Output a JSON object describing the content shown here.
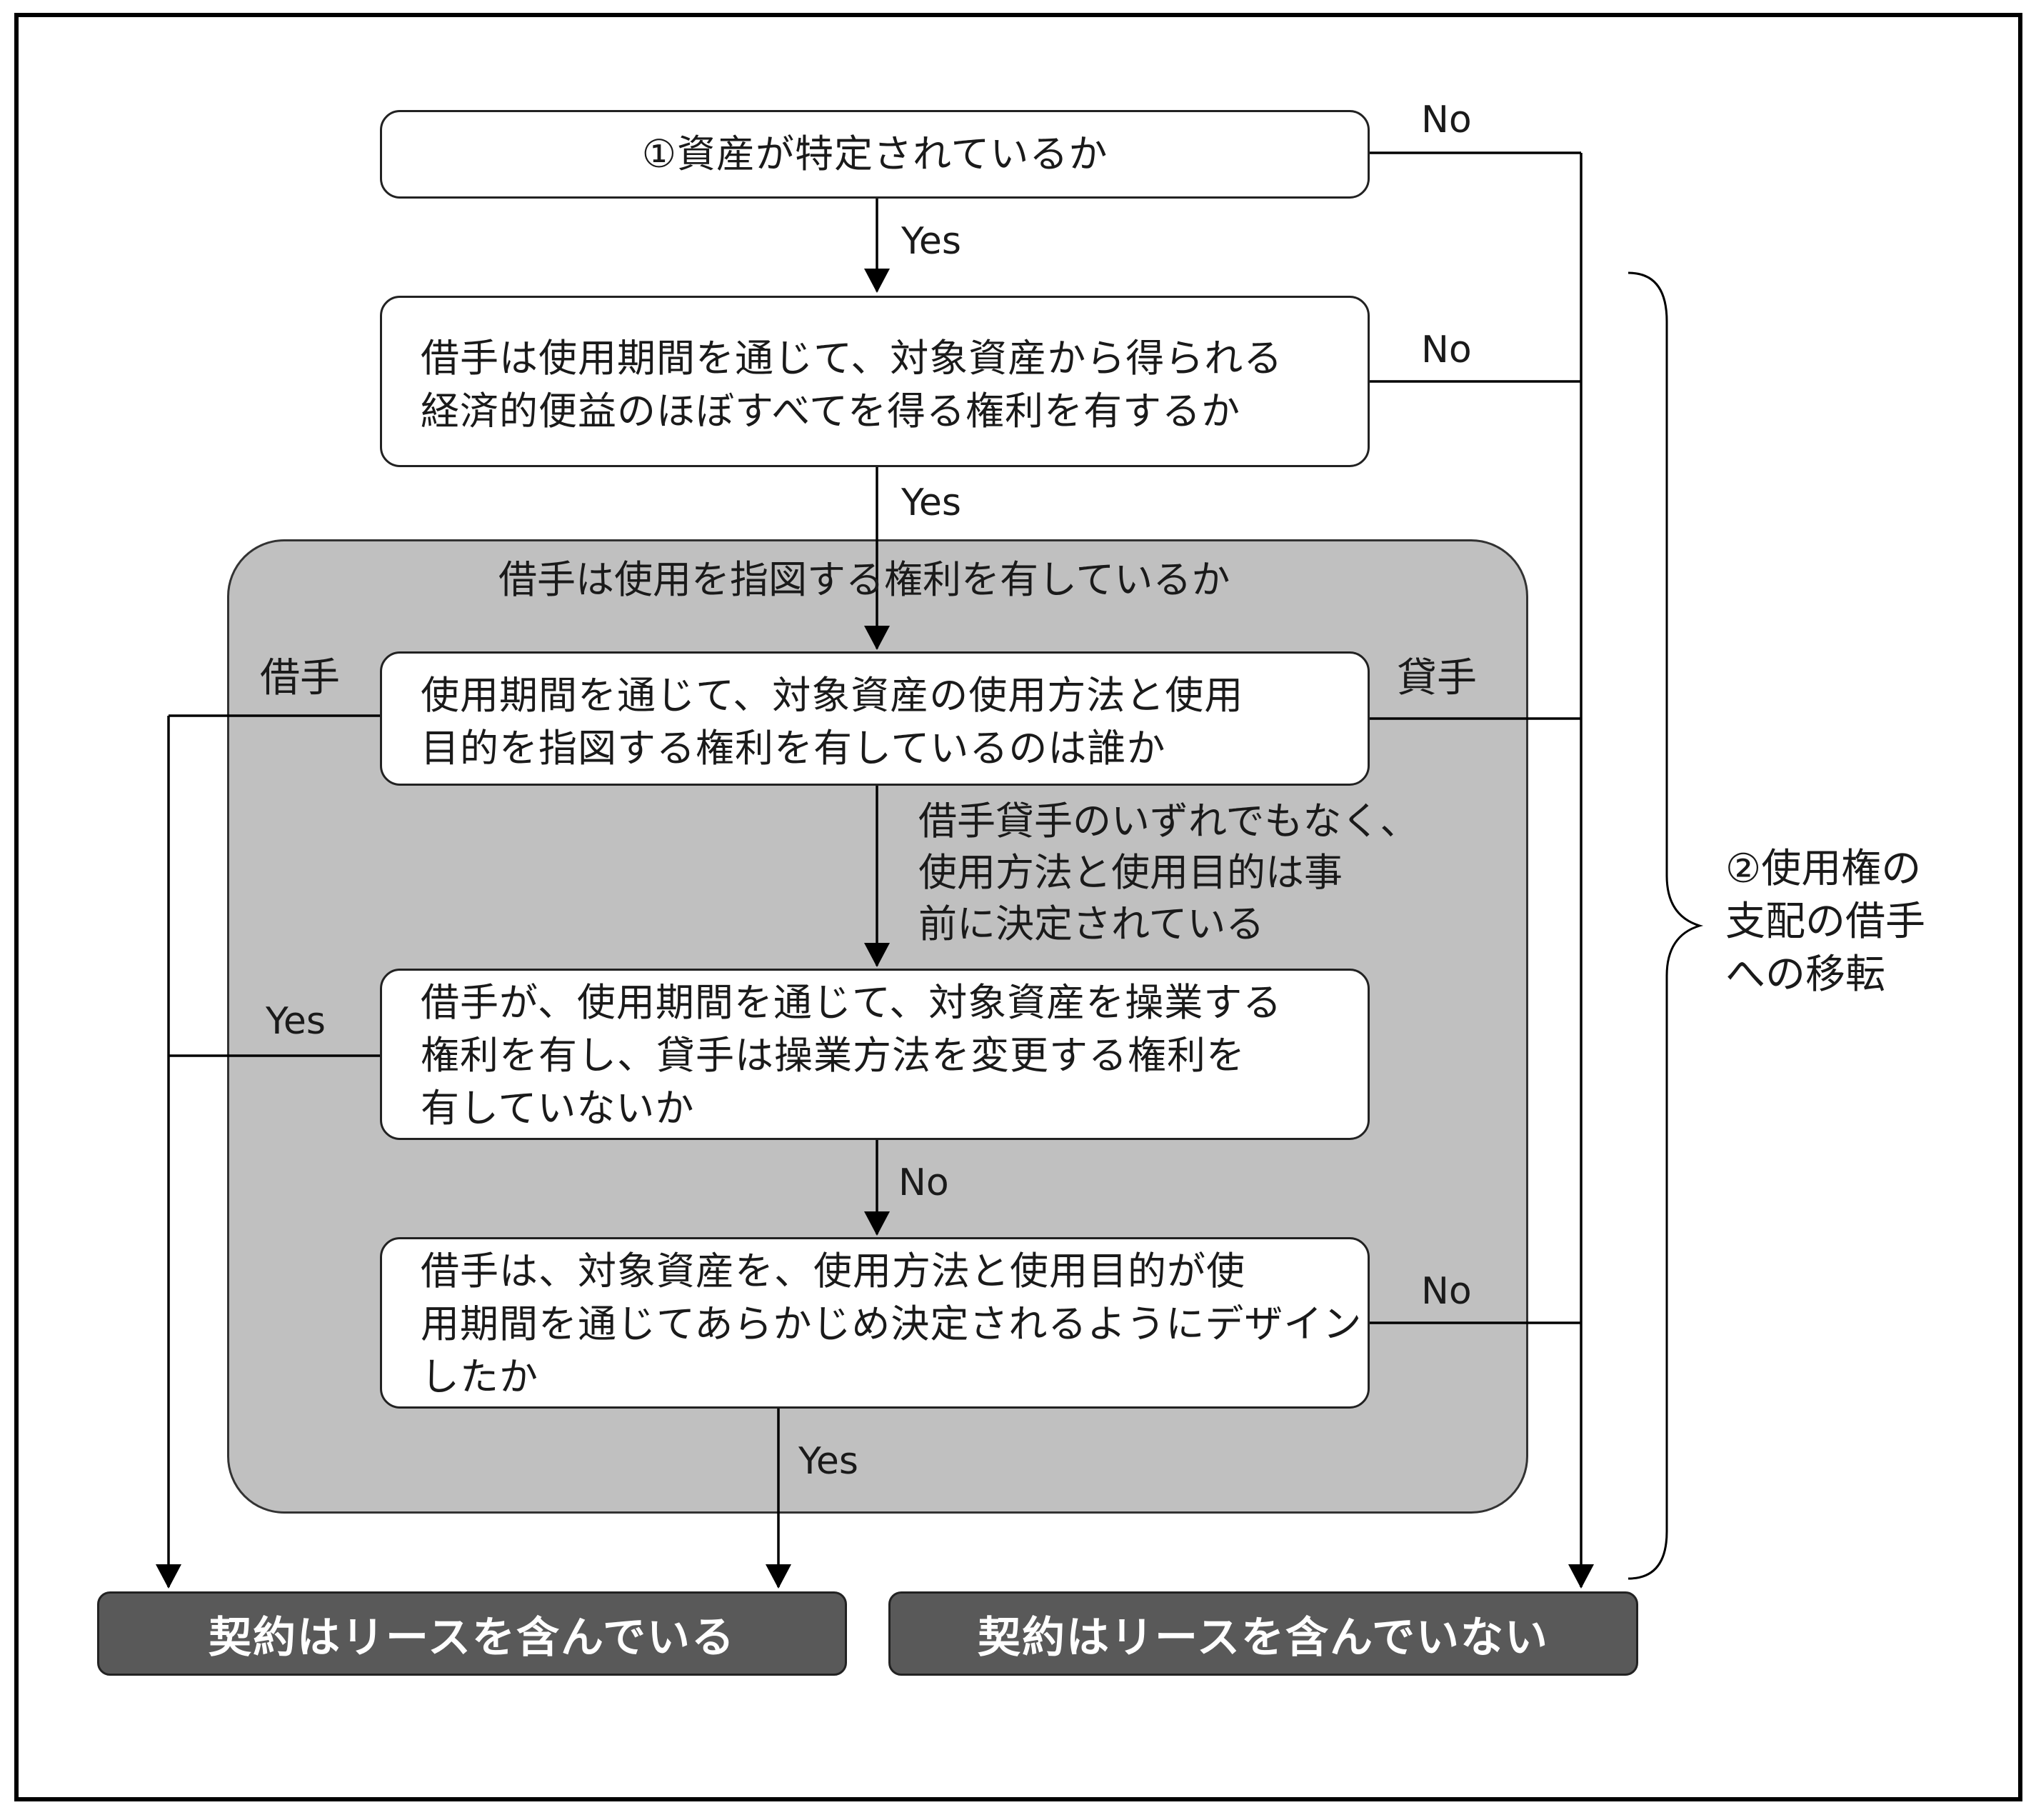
{
  "questions": {
    "q1": "①資産が特定されているか",
    "q2": [
      "借手は使用期間を通じて、対象資産から得られる",
      "経済的便益のほぼすべてを得る権利を有するか"
    ],
    "q3": [
      "使用期間を通じて、対象資産の使用方法と使用",
      "目的を指図する権利を有しているのは誰か"
    ],
    "q4": [
      "借手が、使用期間を通じて、対象資産を操業する",
      "権利を有し、貸手は操業方法を変更する権利を",
      "有していないか"
    ],
    "q5": [
      "借手は、対象資産を、使用方法と使用目的が使",
      "用期間を通じてあらかじめ決定されるようにデザイン",
      "したか"
    ]
  },
  "region_title": "借手は使用を指図する権利を有しているか",
  "predetermined_note": [
    "借手貸手のいずれでもなく、",
    "使用方法と使用目的は事",
    "前に決定されている"
  ],
  "edge_labels": {
    "q1_no": "No",
    "q1_yes": "Yes",
    "q2_no": "No",
    "q2_yes": "Yes",
    "q3_lessee": "借手",
    "q3_lessor": "貸手",
    "q4_yes": "Yes",
    "q4_no": "No",
    "q5_no": "No",
    "q5_yes": "Yes"
  },
  "side_label": [
    "②使用権の",
    "支配の借手",
    "への移転"
  ],
  "results": {
    "contains": "契約はリースを含んでいる",
    "not_contains": "契約はリースを含んでいない"
  }
}
